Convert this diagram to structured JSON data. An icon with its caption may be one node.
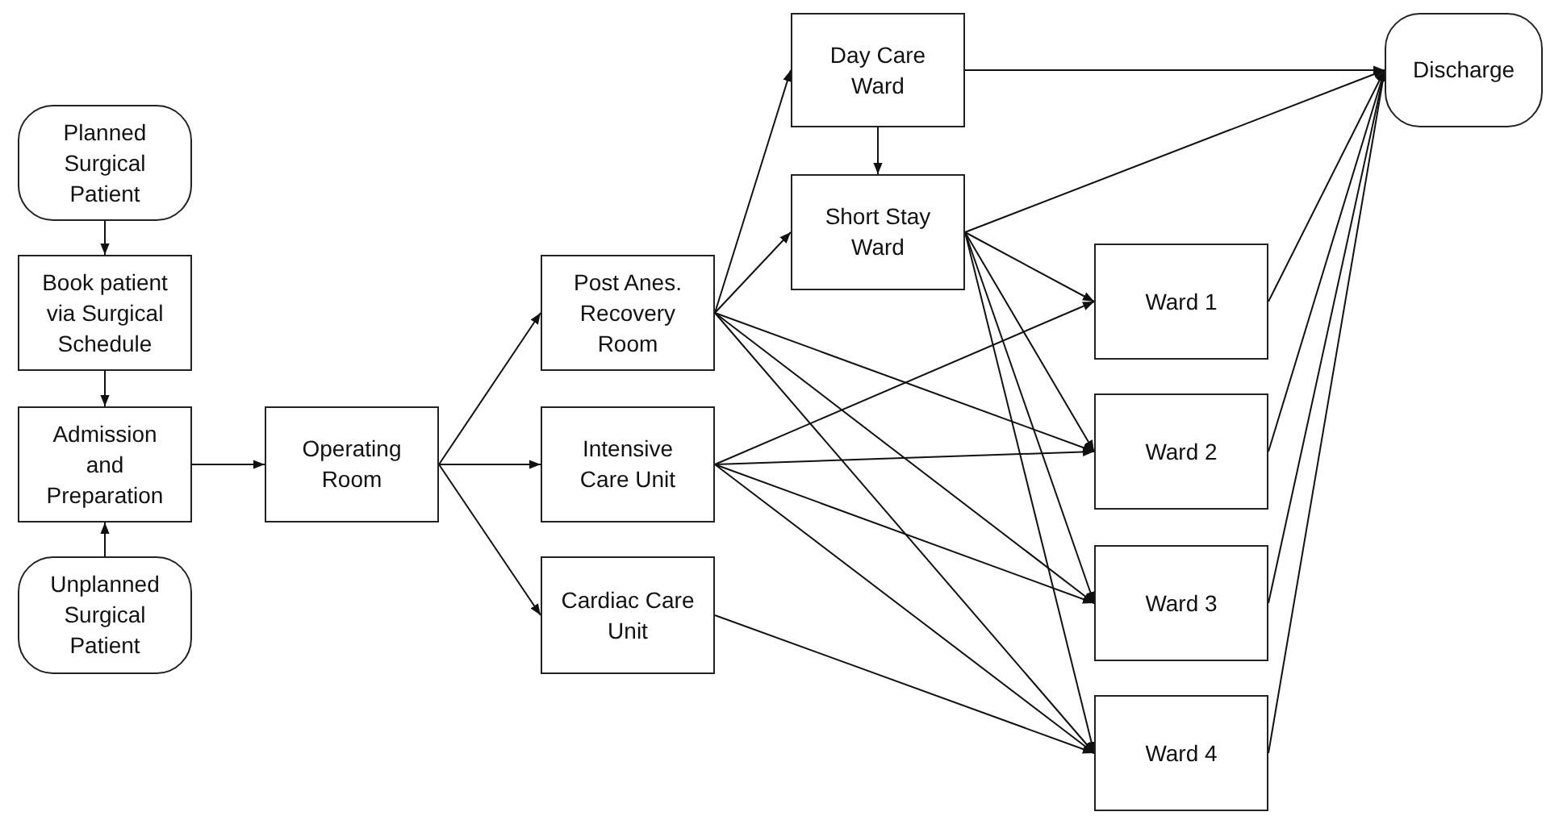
{
  "diagram": {
    "nodes": [
      {
        "text": [
          "Planned Surgical Patient"
        ]
      },
      {
        "text": [
          "Book patient via Surgical Schedule"
        ]
      },
      {
        "text": [
          "Admission and Preparation"
        ]
      },
      {
        "text": [
          "Unplanned Surgical Patient"
        ]
      },
      {
        "text": [
          "Operating Room"
        ]
      },
      {
        "text": [
          "Post Anes. Recovery Room"
        ]
      },
      {
        "text": [
          "Intensive Care Unit"
        ]
      },
      {
        "text": [
          "Cardiac Care Unit"
        ]
      },
      {
        "text": [
          "Day Care Ward"
        ]
      },
      {
        "text": [
          "Short Stay Ward"
        ]
      },
      {
        "text": [
          "Ward 1"
        ]
      },
      {
        "text": [
          "Ward 2"
        ]
      },
      {
        "text": [
          "Ward 3"
        ]
      },
      {
        "text": [
          "Ward 4"
        ]
      },
      {
        "text": [
          "Discharge"
        ]
      }
    ],
    "edges": [
      {
        "from": 0,
        "to": 1,
        "arrow": "to"
      },
      {
        "from": 1,
        "to": 2,
        "arrow": "to"
      },
      {
        "from": 3,
        "to": 2,
        "arrow": "to"
      },
      {
        "from": 2,
        "to": 4,
        "arrow": "to"
      },
      {
        "from": 4,
        "to": 5,
        "arrow": "to"
      },
      {
        "from": 4,
        "to": 6,
        "arrow": "to"
      },
      {
        "from": 4,
        "to": 7,
        "arrow": "to"
      },
      {
        "from": 5,
        "to": 8,
        "arrow": "to"
      },
      {
        "from": 5,
        "to": 9,
        "arrow": "to"
      },
      {
        "from": 5,
        "to": 11,
        "arrow": "to"
      },
      {
        "from": 5,
        "to": 12,
        "arrow": "to"
      },
      {
        "from": 5,
        "to": 13,
        "arrow": "to"
      },
      {
        "from": 6,
        "to": 10,
        "arrow": "to"
      },
      {
        "from": 6,
        "to": 11,
        "arrow": "to"
      },
      {
        "from": 6,
        "to": 12,
        "arrow": "to"
      },
      {
        "from": 6,
        "to": 13,
        "arrow": "to"
      },
      {
        "from": 7,
        "to": 13,
        "arrow": "to"
      },
      {
        "from": 8,
        "to": 9,
        "arrow": "to"
      },
      {
        "from": 8,
        "to": 14,
        "arrow": "to"
      },
      {
        "from": 9,
        "to": 14,
        "arrow": "to"
      },
      {
        "from": 9,
        "to": 10,
        "arrow": "to"
      },
      {
        "from": 9,
        "to": 11,
        "arrow": "to"
      },
      {
        "from": 9,
        "to": 12,
        "arrow": "to"
      },
      {
        "from": 9,
        "to": 13,
        "arrow": "to"
      },
      {
        "from": 10,
        "to": 14,
        "arrow": "to"
      },
      {
        "from": 11,
        "to": 14,
        "arrow": "to"
      },
      {
        "from": 12,
        "to": 14,
        "arrow": "to"
      },
      {
        "from": 13,
        "to": 14,
        "arrow": "to"
      }
    ]
  }
}
